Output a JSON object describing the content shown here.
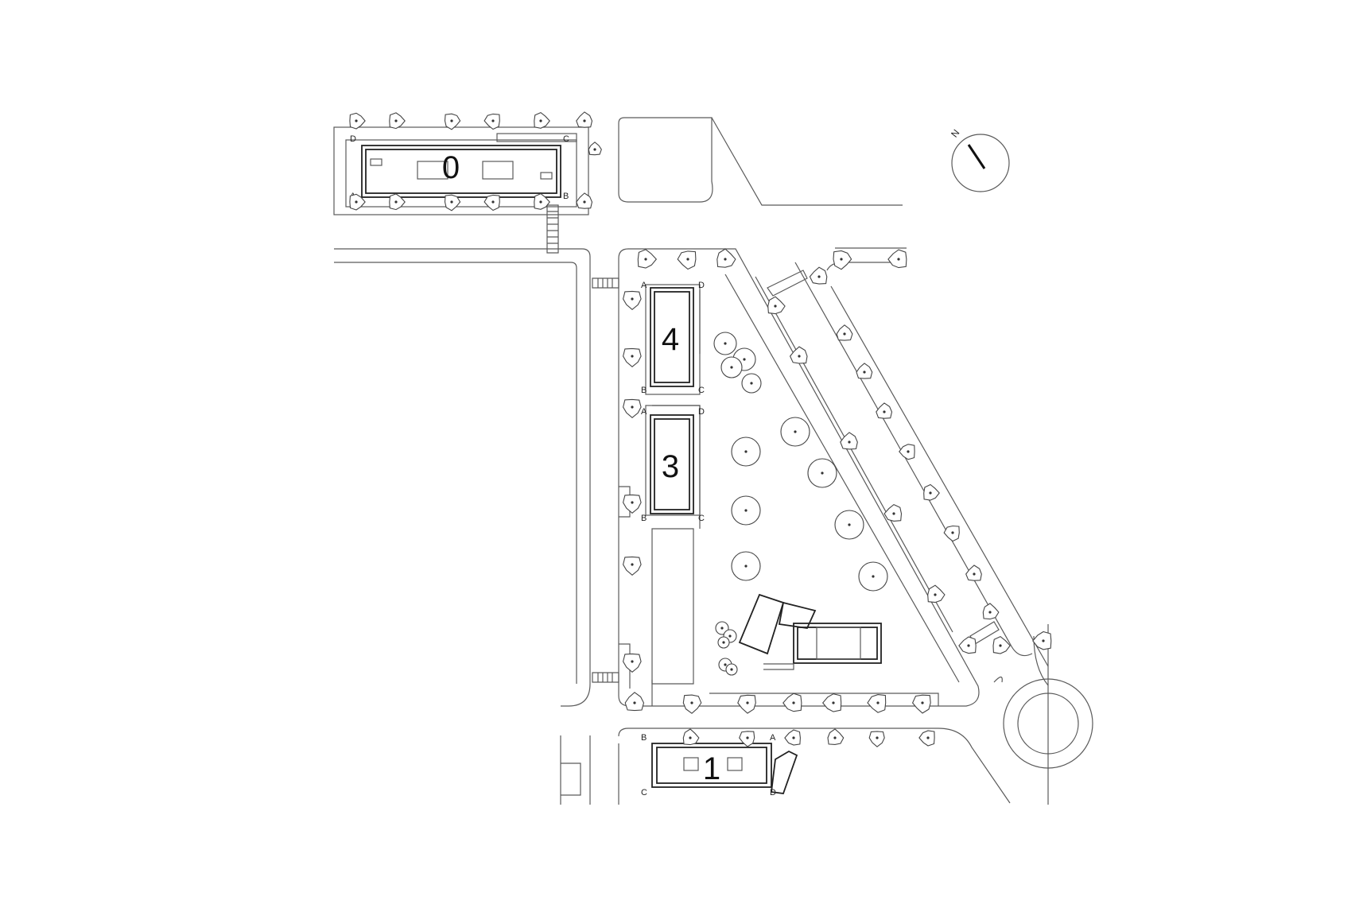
{
  "plan": {
    "blocks": [
      {
        "number": "0",
        "corners": [
          "A",
          "B",
          "C",
          "D"
        ]
      },
      {
        "number": "4",
        "corners": [
          "A",
          "B",
          "C",
          "D"
        ]
      },
      {
        "number": "3",
        "corners": [
          "A",
          "B",
          "C",
          "D"
        ]
      },
      {
        "number": "1",
        "corners": [
          "A",
          "B",
          "C",
          "D"
        ]
      }
    ],
    "north_label": "N"
  }
}
